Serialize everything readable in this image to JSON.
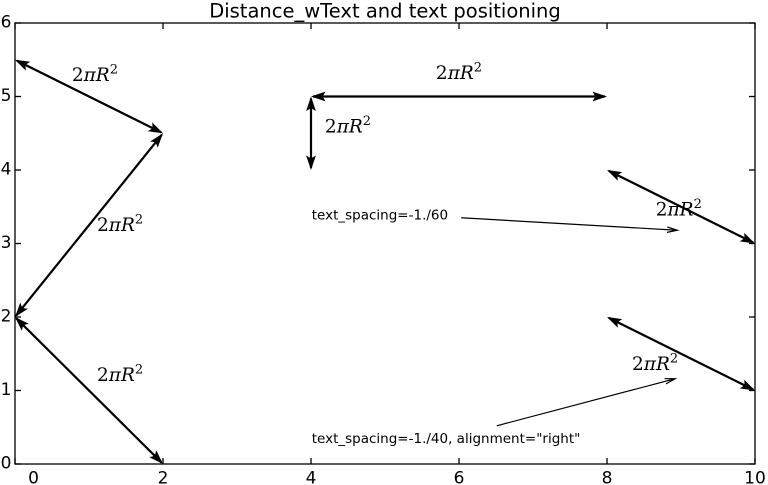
{
  "chart_data": {
    "type": "line",
    "title": "Distance_wText and text positioning",
    "xlim": [
      0,
      10
    ],
    "ylim": [
      0,
      6
    ],
    "x_ticks": [
      0,
      2,
      4,
      6,
      8,
      10
    ],
    "y_ticks": [
      0,
      1,
      2,
      3,
      4,
      5,
      6
    ],
    "grid": false,
    "line_color": "#000000",
    "background": "#ffffff",
    "arrows": [
      {
        "start": [
          0,
          5.5
        ],
        "end": [
          2,
          4.5
        ],
        "label": "2πR^2",
        "label_pos": [
          1.08,
          5.29
        ]
      },
      {
        "start": [
          2,
          4.5
        ],
        "end": [
          0,
          2
        ],
        "label": "2πR^2",
        "label_pos": [
          1.42,
          3.25
        ]
      },
      {
        "start": [
          0,
          2
        ],
        "end": [
          2,
          0
        ],
        "label": "2πR^2",
        "label_pos": [
          1.42,
          1.21
        ]
      },
      {
        "start": [
          4,
          5
        ],
        "end": [
          8,
          5
        ],
        "label": "2πR^2",
        "label_pos": [
          6.0,
          5.32
        ]
      },
      {
        "start": [
          4,
          5
        ],
        "end": [
          4,
          4
        ],
        "label": "2πR^2",
        "label_pos": [
          4.5,
          4.59
        ]
      },
      {
        "start": [
          8,
          4
        ],
        "end": [
          10,
          3
        ],
        "label": "2πR^2",
        "label_pos": [
          8.97,
          3.46
        ]
      },
      {
        "start": [
          8,
          2
        ],
        "end": [
          10,
          1
        ],
        "label": "2πR^2",
        "label_pos": [
          8.65,
          1.36
        ]
      }
    ],
    "annotations": [
      {
        "text": "text_spacing=-1./60",
        "text_pos": [
          4.01,
          3.39
        ],
        "arrow_start": [
          6.03,
          3.35
        ],
        "arrow_end": [
          8.95,
          3.18
        ]
      },
      {
        "text": "text_spacing=-1./40, alignment=\"right\"",
        "text_pos": [
          4.01,
          0.354
        ],
        "arrow_start": [
          6.51,
          0.52
        ],
        "arrow_end": [
          8.92,
          1.16
        ]
      }
    ]
  }
}
